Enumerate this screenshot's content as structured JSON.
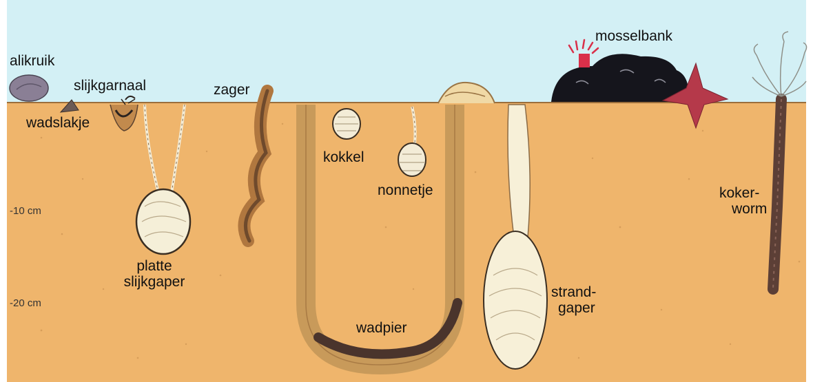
{
  "labels": {
    "alikruik": "alikruik",
    "slijkgarnaal": "slijkgarnaal",
    "wadslakje": "wadslakje",
    "zager": "zager",
    "kokkel": "kokkel",
    "nonnetje": "nonnetje",
    "mosselbank": "mosselbank",
    "platte_slijkgaper_line1": "platte",
    "platte_slijkgaper_line2": "slijkgaper",
    "wadpier": "wadpier",
    "strandgaper_line1": "strand-",
    "strandgaper_line2": "gaper",
    "kokerworm_line1": "koker-",
    "kokerworm_line2": "worm"
  },
  "depth_markers": [
    "-10 cm",
    "-20 cm"
  ],
  "colors": {
    "sky": "#d3f0f5",
    "sand": "#efb56c",
    "sand_dark": "#c28a4d",
    "burrow": "#c89a5a",
    "shell": "#f7f0d8",
    "mussel": "#15151c",
    "starfish": "#b5394a",
    "anemone": "#d9304a",
    "worm": "#5c3f36",
    "alikruik_shell": "#8a7f95"
  },
  "icons": [
    "periwinkle-shell",
    "snail",
    "shrimp",
    "ragworm",
    "cockle-shell",
    "tellin-shell",
    "mussel-bed",
    "sea-anemone",
    "starfish",
    "lugworm-burrow",
    "sand-gaper-shell",
    "tube-worm"
  ]
}
